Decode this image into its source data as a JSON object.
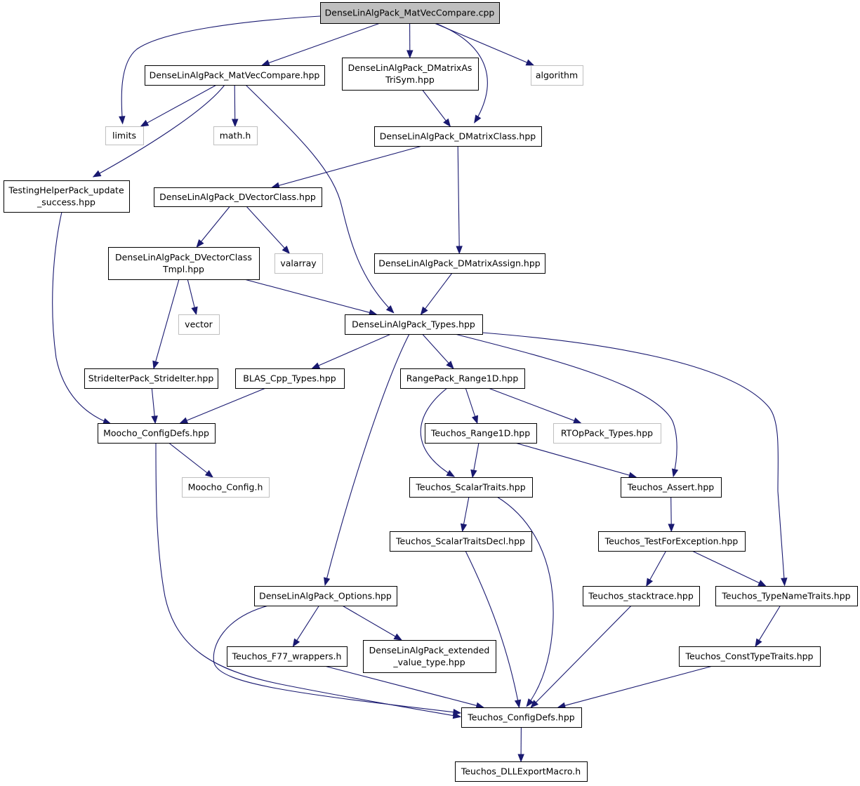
{
  "colors": {
    "edge": "#191970",
    "node_border": "#000000",
    "external_border": "#bfbfbf",
    "root_fill": "#bfbfbf",
    "node_fill": "#ffffff",
    "text": "#000000"
  },
  "nodes": {
    "root": {
      "lines": [
        "DenseLinAlgPack_MatVecCompare.cpp"
      ],
      "kind": "root"
    },
    "matveccompare_hpp": {
      "lines": [
        "DenseLinAlgPack_MatVecCompare.hpp"
      ],
      "kind": "normal"
    },
    "dmatrixas_trisym": {
      "lines": [
        "DenseLinAlgPack_DMatrixAs",
        "TriSym.hpp"
      ],
      "kind": "normal"
    },
    "algorithm": {
      "lines": [
        "algorithm"
      ],
      "kind": "external"
    },
    "limits": {
      "lines": [
        "limits"
      ],
      "kind": "external"
    },
    "math_h": {
      "lines": [
        "math.h"
      ],
      "kind": "external"
    },
    "dmatrixclass": {
      "lines": [
        "DenseLinAlgPack_DMatrixClass.hpp"
      ],
      "kind": "normal"
    },
    "testinghelper": {
      "lines": [
        "TestingHelperPack_update",
        "_success.hpp"
      ],
      "kind": "normal"
    },
    "dvectorclass": {
      "lines": [
        "DenseLinAlgPack_DVectorClass.hpp"
      ],
      "kind": "normal"
    },
    "dvectorclass_tmpl": {
      "lines": [
        "DenseLinAlgPack_DVectorClass",
        "Tmpl.hpp"
      ],
      "kind": "normal"
    },
    "valarray": {
      "lines": [
        "valarray"
      ],
      "kind": "external"
    },
    "dmatrixassign": {
      "lines": [
        "DenseLinAlgPack_DMatrixAssign.hpp"
      ],
      "kind": "normal"
    },
    "vector": {
      "lines": [
        "vector"
      ],
      "kind": "external"
    },
    "types": {
      "lines": [
        "DenseLinAlgPack_Types.hpp"
      ],
      "kind": "normal"
    },
    "strideiter": {
      "lines": [
        "StrideIterPack_StrideIter.hpp"
      ],
      "kind": "normal"
    },
    "blas_types": {
      "lines": [
        "BLAS_Cpp_Types.hpp"
      ],
      "kind": "normal"
    },
    "range1d": {
      "lines": [
        "RangePack_Range1D.hpp"
      ],
      "kind": "normal"
    },
    "moocho_configdefs": {
      "lines": [
        "Moocho_ConfigDefs.hpp"
      ],
      "kind": "normal"
    },
    "teuchos_range1d": {
      "lines": [
        "Teuchos_Range1D.hpp"
      ],
      "kind": "normal"
    },
    "rtop_types": {
      "lines": [
        "RTOpPack_Types.hpp"
      ],
      "kind": "external"
    },
    "moocho_config": {
      "lines": [
        "Moocho_Config.h"
      ],
      "kind": "external"
    },
    "scalartraits": {
      "lines": [
        "Teuchos_ScalarTraits.hpp"
      ],
      "kind": "normal"
    },
    "assert": {
      "lines": [
        "Teuchos_Assert.hpp"
      ],
      "kind": "normal"
    },
    "scalartraitsdecl": {
      "lines": [
        "Teuchos_ScalarTraitsDecl.hpp"
      ],
      "kind": "normal"
    },
    "testforexception": {
      "lines": [
        "Teuchos_TestForException.hpp"
      ],
      "kind": "normal"
    },
    "options": {
      "lines": [
        "DenseLinAlgPack_Options.hpp"
      ],
      "kind": "normal"
    },
    "stacktrace": {
      "lines": [
        "Teuchos_stacktrace.hpp"
      ],
      "kind": "normal"
    },
    "typenametraits": {
      "lines": [
        "Teuchos_TypeNameTraits.hpp"
      ],
      "kind": "normal"
    },
    "f77_wrappers": {
      "lines": [
        "Teuchos_F77_wrappers.h"
      ],
      "kind": "normal"
    },
    "extended_value": {
      "lines": [
        "DenseLinAlgPack_extended",
        "_value_type.hpp"
      ],
      "kind": "normal"
    },
    "consttypetraits": {
      "lines": [
        "Teuchos_ConstTypeTraits.hpp"
      ],
      "kind": "normal"
    },
    "teuchos_configdefs": {
      "lines": [
        "Teuchos_ConfigDefs.hpp"
      ],
      "kind": "normal"
    },
    "dllexport": {
      "lines": [
        "Teuchos_DLLExportMacro.h"
      ],
      "kind": "normal"
    }
  },
  "edges": [
    [
      "root",
      "limits"
    ],
    [
      "root",
      "matveccompare_hpp"
    ],
    [
      "root",
      "dmatrixas_trisym"
    ],
    [
      "root",
      "dmatrixclass"
    ],
    [
      "root",
      "algorithm"
    ],
    [
      "matveccompare_hpp",
      "limits"
    ],
    [
      "matveccompare_hpp",
      "math_h"
    ],
    [
      "matveccompare_hpp",
      "testinghelper"
    ],
    [
      "matveccompare_hpp",
      "types"
    ],
    [
      "dmatrixas_trisym",
      "dmatrixclass"
    ],
    [
      "dmatrixclass",
      "dvectorclass"
    ],
    [
      "dmatrixclass",
      "dmatrixassign"
    ],
    [
      "testinghelper",
      "moocho_configdefs"
    ],
    [
      "dvectorclass",
      "dvectorclass_tmpl"
    ],
    [
      "dvectorclass",
      "valarray"
    ],
    [
      "dvectorclass_tmpl",
      "vector"
    ],
    [
      "dvectorclass_tmpl",
      "types"
    ],
    [
      "dvectorclass_tmpl",
      "strideiter"
    ],
    [
      "dmatrixassign",
      "types"
    ],
    [
      "types",
      "blas_types"
    ],
    [
      "types",
      "range1d"
    ],
    [
      "types",
      "options"
    ],
    [
      "types",
      "assert"
    ],
    [
      "types",
      "typenametraits"
    ],
    [
      "strideiter",
      "moocho_configdefs"
    ],
    [
      "blas_types",
      "moocho_configdefs"
    ],
    [
      "range1d",
      "teuchos_range1d"
    ],
    [
      "range1d",
      "scalartraits"
    ],
    [
      "range1d",
      "rtop_types"
    ],
    [
      "moocho_configdefs",
      "moocho_config"
    ],
    [
      "moocho_configdefs",
      "teuchos_configdefs"
    ],
    [
      "teuchos_range1d",
      "scalartraits"
    ],
    [
      "teuchos_range1d",
      "assert"
    ],
    [
      "scalartraits",
      "scalartraitsdecl"
    ],
    [
      "scalartraits",
      "teuchos_configdefs"
    ],
    [
      "assert",
      "testforexception"
    ],
    [
      "scalartraitsdecl",
      "teuchos_configdefs"
    ],
    [
      "testforexception",
      "stacktrace"
    ],
    [
      "testforexception",
      "typenametraits"
    ],
    [
      "options",
      "f77_wrappers"
    ],
    [
      "options",
      "extended_value"
    ],
    [
      "options",
      "teuchos_configdefs"
    ],
    [
      "stacktrace",
      "teuchos_configdefs"
    ],
    [
      "typenametraits",
      "consttypetraits"
    ],
    [
      "f77_wrappers",
      "teuchos_configdefs"
    ],
    [
      "consttypetraits",
      "teuchos_configdefs"
    ],
    [
      "teuchos_configdefs",
      "dllexport"
    ]
  ]
}
